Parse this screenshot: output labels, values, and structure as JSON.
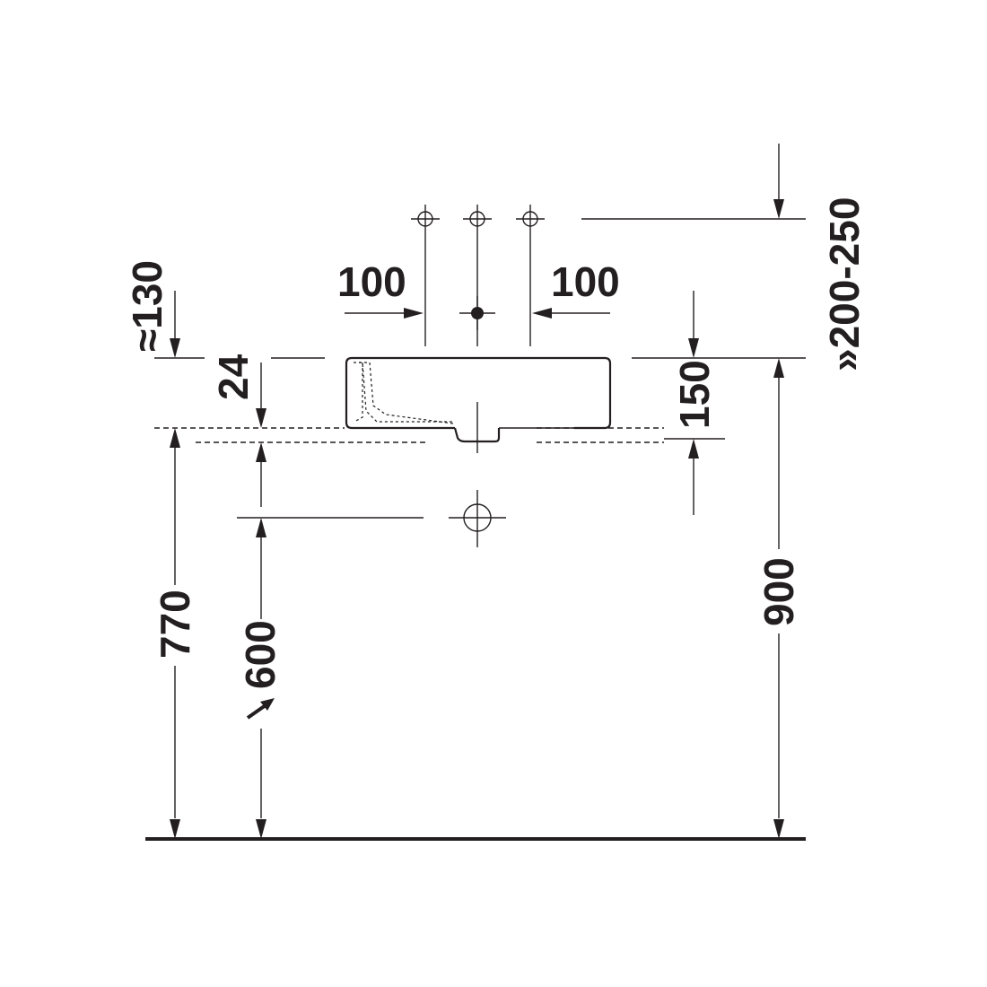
{
  "dimensions": {
    "tap_spacing_left": "100",
    "tap_spacing_right": "100",
    "tap_height": "≈130",
    "wall_tap_height": "»200-250",
    "rim_thickness": "24",
    "basin_height": "150",
    "counter_height": "770",
    "drain_height": "600",
    "rim_height": "900"
  },
  "colors": {
    "line": "#231f20",
    "background": "#ffffff"
  },
  "icons": {
    "tap_hole_marker": "crosshair-circle-icon",
    "drain_marker": "crosshair-circle-icon",
    "approx_arrow": "diagonal-arrow-icon"
  }
}
